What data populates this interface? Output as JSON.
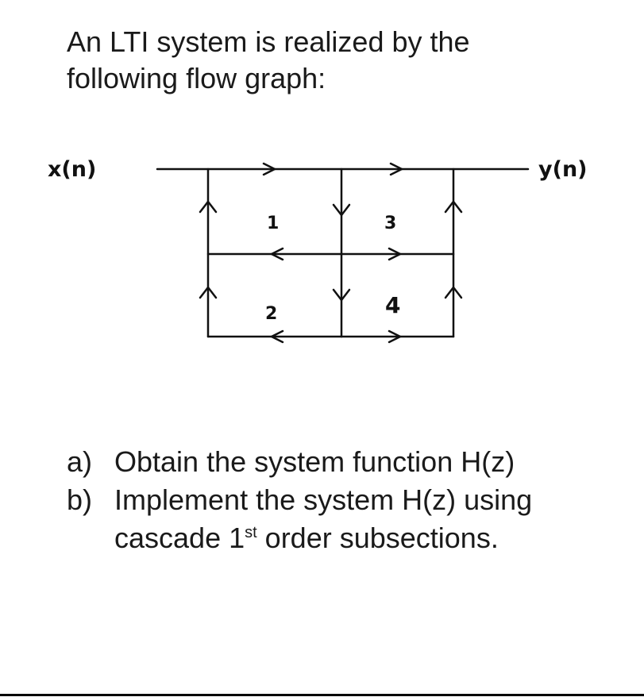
{
  "intro": {
    "line1": "An LTI system is realized by the",
    "line2": "following flow graph:"
  },
  "diagram": {
    "input_label": "x(n)",
    "output_label": "y(n)",
    "coefficients": [
      "1",
      "2",
      "3",
      "4"
    ]
  },
  "questions": [
    {
      "marker": "a)",
      "text": "Obtain the system function H(z)"
    },
    {
      "marker": "b)",
      "text": "Implement the system H(z) using",
      "line2_before": "cascade 1",
      "line2_sup": "st",
      "line2_after": " order subsections."
    }
  ]
}
